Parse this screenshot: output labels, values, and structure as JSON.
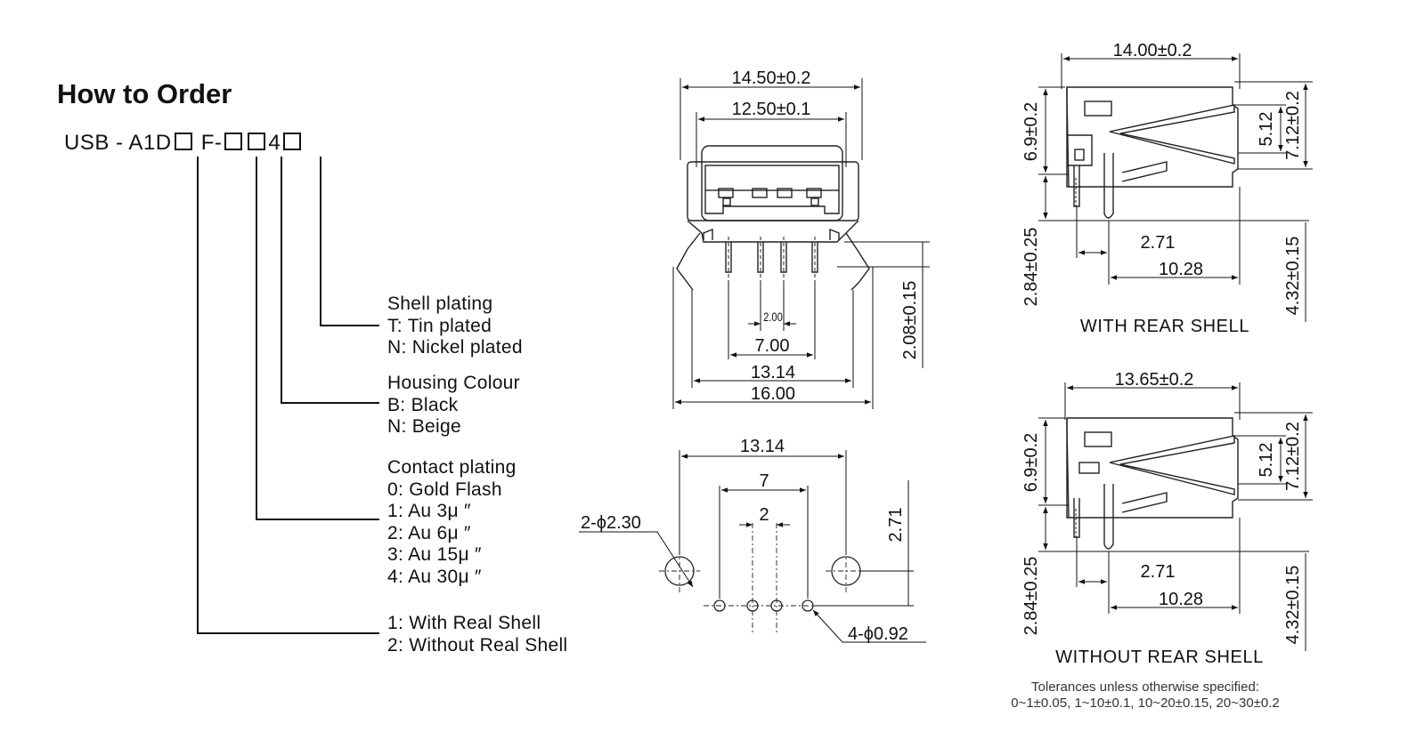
{
  "order": {
    "title": "How to Order",
    "code": {
      "prefix": "USB - A1D",
      "mid": "F-",
      "end": "4"
    },
    "shell_plating": [
      "Shell plating",
      "T: Tin plated",
      "N: Nickel plated"
    ],
    "housing_colour": [
      "Housing Colour",
      "B: Black",
      "N: Beige"
    ],
    "contact_plating": [
      "Contact plating",
      "0: Gold Flash",
      "1: Au 3μ ″",
      "2: Au 6μ ″",
      "3: Au 15μ ″",
      "4: Au 30μ ″"
    ],
    "shell_type": [
      "1: With Real Shell",
      "2: Without Real Shell"
    ]
  },
  "front_view": {
    "dim_top": "14.50±0.2",
    "dim_inner": "12.50±0.1",
    "dim_pitch": "2.00",
    "dim_pins": "7.00",
    "dim_legs": "13.14",
    "dim_total": "16.00",
    "dim_height": "2.08±0.15"
  },
  "pcb_layout": {
    "dim_width": "13.14",
    "dim_7": "7",
    "dim_2": "2",
    "dim_depth": "2.71",
    "large_hole": "2-ϕ2.30",
    "small_hole": "4-ϕ0.92"
  },
  "side_with_shell": {
    "dim_length": "14.00±0.2",
    "dim_a": "6.9±0.2",
    "dim_b": "5.12",
    "dim_c": "7.12±0.2",
    "dim_d": "2.84±0.25",
    "dim_e": "2.71",
    "dim_f": "10.28",
    "dim_g": "4.32±0.15",
    "caption": "WITH REAR SHELL"
  },
  "side_without_shell": {
    "dim_length": "13.65±0.2",
    "dim_a": "6.9±0.2",
    "dim_b": "5.12",
    "dim_c": "7.12±0.2",
    "dim_d": "2.84±0.25",
    "dim_e": "2.71",
    "dim_f": "10.28",
    "dim_g": "4.32±0.15",
    "caption": "WITHOUT REAR SHELL"
  },
  "tolerance": {
    "line1": "Tolerances unless otherwise specified:",
    "line2": "0~1±0.05, 1~10±0.1, 10~20±0.15, 20~30±0.2"
  }
}
